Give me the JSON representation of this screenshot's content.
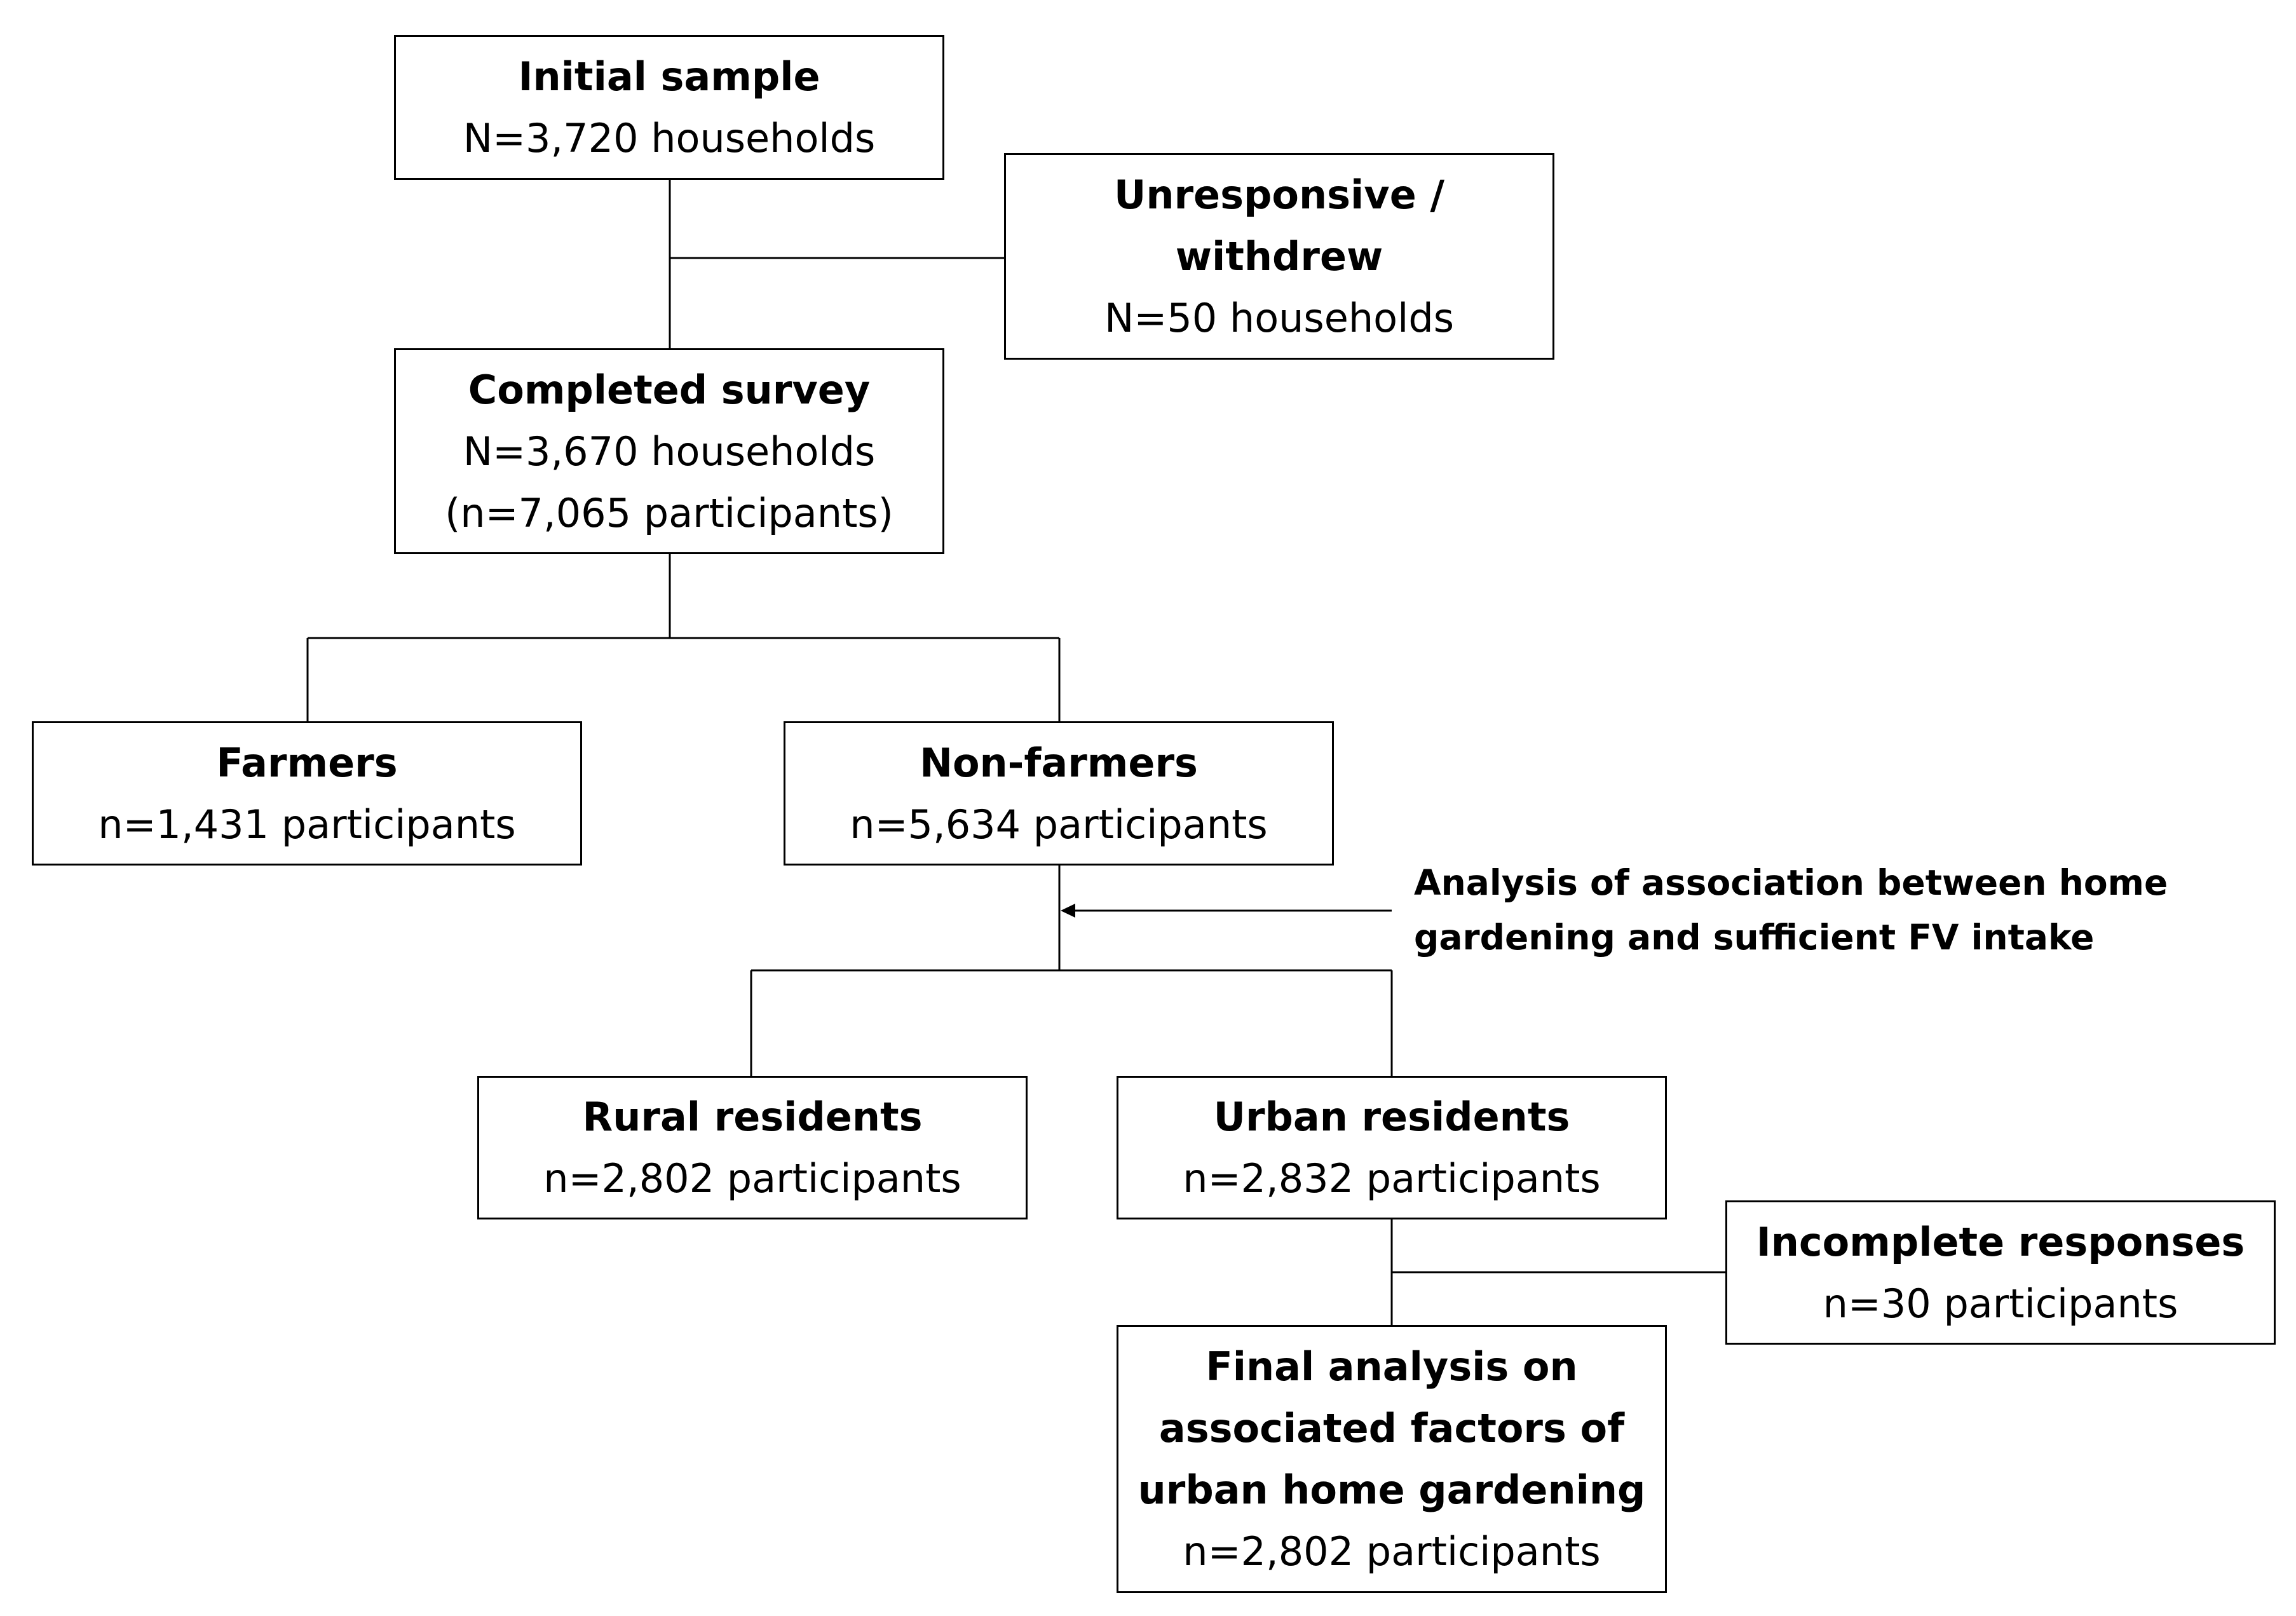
{
  "boxes": {
    "initial": {
      "title": "Initial sample",
      "lines": [
        "N=3,720 households"
      ]
    },
    "unresponsive": {
      "title_lines": [
        "Unresponsive /",
        "withdrew"
      ],
      "lines": [
        "N=50 households"
      ]
    },
    "completed": {
      "title": "Completed survey",
      "lines": [
        "N=3,670 households",
        "(n=7,065 participants)"
      ]
    },
    "farmers": {
      "title": "Farmers",
      "lines": [
        "n=1,431 participants"
      ]
    },
    "nonfarmers": {
      "title": "Non-farmers",
      "lines": [
        "n=5,634 participants"
      ]
    },
    "rural": {
      "title": "Rural residents",
      "lines": [
        "n=2,802 participants"
      ]
    },
    "urban": {
      "title": "Urban residents",
      "lines": [
        "n=2,832 participants"
      ]
    },
    "incomplete": {
      "title": "Incomplete responses",
      "lines": [
        "n=30 participants"
      ]
    },
    "final": {
      "title_lines": [
        "Final analysis on",
        "associated factors of",
        "urban home gardening"
      ],
      "lines": [
        "n=2,802 participants"
      ]
    }
  },
  "annotation": {
    "lines": [
      "Analysis of association between home",
      "gardening and sufficient FV intake"
    ]
  }
}
